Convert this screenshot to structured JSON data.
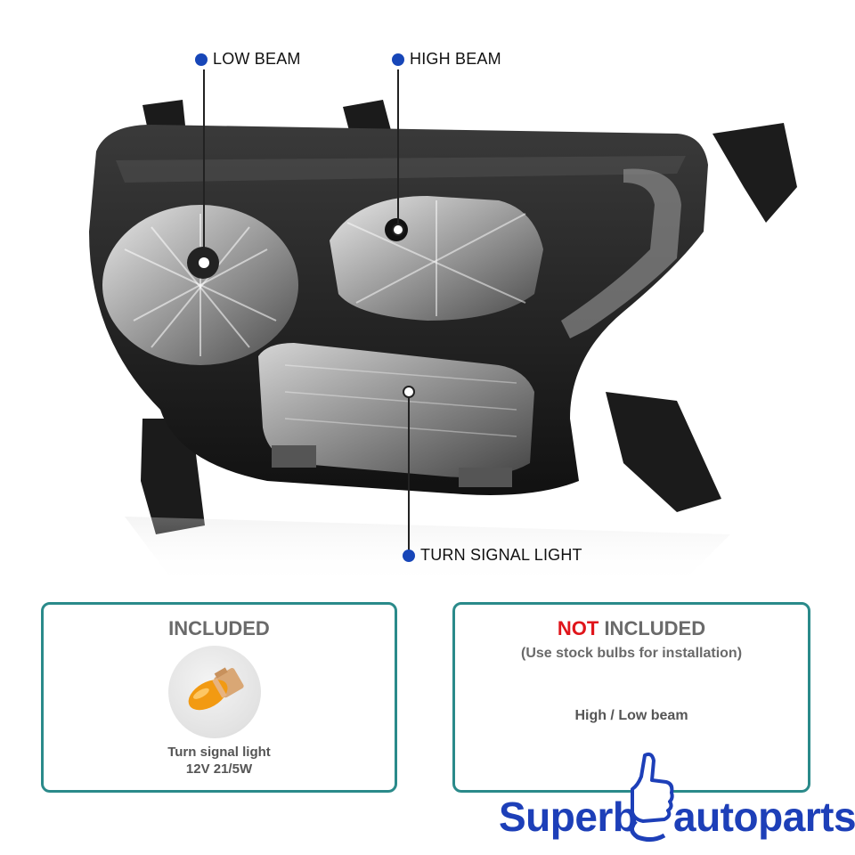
{
  "callouts": {
    "low_beam": "LOW BEAM",
    "high_beam": "HIGH BEAM",
    "turn_signal": "TURN SIGNAL LIGHT"
  },
  "included_box": {
    "title": "INCLUDED",
    "bulb_caption_line1": "Turn signal light",
    "bulb_caption_line2": "12V 21/5W"
  },
  "not_included_box": {
    "title_red": "NOT",
    "title_rest": " INCLUDED",
    "note": "(Use stock bulbs for installation)",
    "beam": "High / Low beam"
  },
  "brand": {
    "left": "Superb",
    "right": "autoparts"
  },
  "colors": {
    "callout_dot": "#1746b8",
    "box_border": "#2a8a8a",
    "not_red": "#e0151b",
    "brand_blue": "#1d3fb8",
    "bulb_amber": "#f29a12"
  }
}
